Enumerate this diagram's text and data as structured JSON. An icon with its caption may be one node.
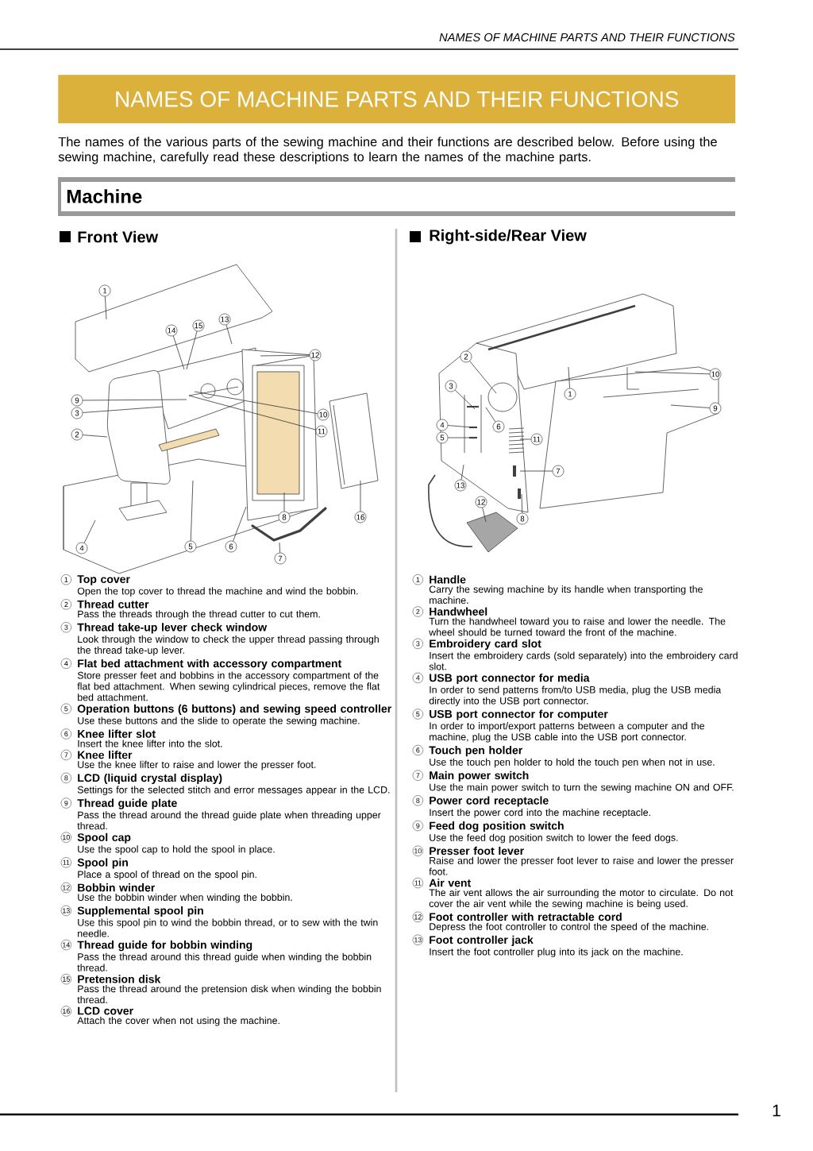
{
  "diagram": {
    "title": "NAMES OF MACHINE PARTS AND THEIR FUNCTIONS",
    "nodes": [
      {
        "text": [
          "1"
        ]
      },
      {
        "text": [
          "2"
        ]
      },
      {
        "text": [
          "3"
        ]
      },
      {
        "text": [
          "4"
        ]
      },
      {
        "text": [
          "5"
        ]
      },
      {
        "text": [
          "6"
        ]
      },
      {
        "text": [
          "7"
        ]
      },
      {
        "text": [
          "8"
        ]
      },
      {
        "text": [
          "9"
        ]
      },
      {
        "text": [
          "10"
        ]
      },
      {
        "text": [
          "11"
        ]
      },
      {
        "text": [
          "12"
        ]
      },
      {
        "text": [
          "13"
        ]
      },
      {
        "text": [
          "14"
        ]
      },
      {
        "text": [
          "15"
        ]
      },
      {
        "text": [
          "16"
        ]
      },
      {
        "text": [
          "1"
        ]
      },
      {
        "text": [
          "2"
        ]
      },
      {
        "text": [
          "3"
        ]
      },
      {
        "text": [
          "4"
        ]
      },
      {
        "text": [
          "5"
        ]
      },
      {
        "text": [
          "6"
        ]
      },
      {
        "text": [
          "7"
        ]
      },
      {
        "text": [
          "8"
        ]
      },
      {
        "text": [
          "9"
        ]
      },
      {
        "text": [
          "10"
        ]
      },
      {
        "text": [
          "11"
        ]
      },
      {
        "text": [
          "12"
        ]
      },
      {
        "text": [
          "13"
        ]
      }
    ],
    "edges": [
      {
        "from": 0,
        "to": null,
        "arrow": "none"
      },
      {
        "from": 1,
        "to": null,
        "arrow": "none"
      },
      {
        "from": 2,
        "to": null,
        "arrow": "none"
      },
      {
        "from": 3,
        "to": null,
        "arrow": "none"
      },
      {
        "from": 4,
        "to": null,
        "arrow": "none"
      },
      {
        "from": 5,
        "to": null,
        "arrow": "none"
      },
      {
        "from": 6,
        "to": null,
        "arrow": "none"
      },
      {
        "from": 7,
        "to": null,
        "arrow": "none"
      },
      {
        "from": 8,
        "to": null,
        "arrow": "none"
      },
      {
        "from": 9,
        "to": null,
        "arrow": "none"
      },
      {
        "from": 10,
        "to": null,
        "arrow": "none"
      },
      {
        "from": 11,
        "to": null,
        "arrow": "none"
      },
      {
        "from": 11,
        "to": null,
        "arrow": "none"
      },
      {
        "from": 12,
        "to": null,
        "arrow": "none"
      },
      {
        "from": 13,
        "to": null,
        "arrow": "none"
      },
      {
        "from": 14,
        "to": null,
        "arrow": "none"
      },
      {
        "from": 15,
        "to": null,
        "arrow": "none"
      },
      {
        "from": 16,
        "to": null,
        "arrow": "none"
      },
      {
        "from": 17,
        "to": null,
        "arrow": "none"
      },
      {
        "from": 18,
        "to": null,
        "arrow": "none"
      },
      {
        "from": 19,
        "to": null,
        "arrow": "none"
      },
      {
        "from": 20,
        "to": null,
        "arrow": "none"
      },
      {
        "from": 21,
        "to": null,
        "arrow": "none"
      },
      {
        "from": 22,
        "to": null,
        "arrow": "none"
      },
      {
        "from": 23,
        "to": null,
        "arrow": "none"
      },
      {
        "from": 24,
        "to": null,
        "arrow": "none"
      },
      {
        "from": 25,
        "to": null,
        "arrow": "none"
      },
      {
        "from": 26,
        "to": null,
        "arrow": "none"
      },
      {
        "from": 27,
        "to": null,
        "arrow": "none"
      },
      {
        "from": 28,
        "to": null,
        "arrow": "none"
      }
    ],
    "labels": [
      "NAMES OF MACHINE PARTS AND THEIR FUNCTIONS",
      "The names of the various parts of the sewing machine and their functions are described below. Before using the sewing machine, carefully read these descriptions to learn the names of the machine parts.",
      "Machine",
      "Front View",
      "Right-side/Rear View",
      "1",
      "Top cover",
      "Open the top cover to thread the machine and wind the bobbin.",
      "2",
      "Thread cutter",
      "Pass the threads through the thread cutter to cut them.",
      "3",
      "Thread take-up lever check window",
      "Look through the window to check the upper thread passing through the thread take-up lever.",
      "4",
      "Flat bed attachment with accessory compartment",
      "Store presser feet and bobbins in the accessory compartment of the flat bed attachment. When sewing cylindrical pieces, remove the flat bed attachment.",
      "5",
      "Operation buttons (6 buttons) and sewing speed controller",
      "Use these buttons and the slide to operate the sewing machine.",
      "6",
      "Knee lifter slot",
      "Insert the knee lifter into the slot.",
      "7",
      "Knee lifter",
      "Use the knee lifter to raise and lower the presser foot.",
      "8",
      "LCD (liquid crystal display)",
      "Settings for the selected stitch and error messages appear in the LCD.",
      "9",
      "Thread guide plate",
      "Pass the thread around the thread guide plate when threading upper thread.",
      "10",
      "Spool cap",
      "Use the spool cap to hold the spool in place.",
      "11",
      "Spool pin",
      "Place a spool of thread on the spool pin.",
      "12",
      "Bobbin winder",
      "Use the bobbin winder when winding the bobbin.",
      "13",
      "Supplemental spool pin",
      "Use this spool pin to wind the bobbin thread, or to sew with the twin needle.",
      "14",
      "Thread guide for bobbin winding",
      "Pass the thread around this thread guide when winding the bobbin thread.",
      "15",
      "Pretension disk",
      "Pass the thread around the pretension disk when winding the bobbin thread.",
      "16",
      "LCD cover",
      "Attach the cover when not using the machine.",
      "1",
      "Handle",
      "Carry the sewing machine by its handle when transporting the machine.",
      "2",
      "Handwheel",
      "Turn the handwheel toward you to raise and lower the needle. The wheel should be turned toward the front of the machine.",
      "3",
      "Embroidery card slot",
      "Insert the embroidery cards (sold separately) into the embroidery card slot.",
      "4",
      "USB port connector for media",
      "In order to send patterns from/to USB media, plug the USB media directly into the USB port connector.",
      "5",
      "USB port connector for computer",
      "In order to import/export patterns between a computer and the machine, plug the USB cable into the USB port connector.",
      "6",
      "Touch pen holder",
      "Use the touch pen holder to hold the touch pen when not in use.",
      "7",
      "Main power switch",
      "Use the main power switch to turn the sewing machine ON and OFF.",
      "8",
      "Power cord receptacle",
      "Insert the power cord into the machine receptacle.",
      "9",
      "Feed dog position switch",
      "Use the feed dog position switch to lower the feed dogs.",
      "10",
      "Presser foot lever",
      "Raise and lower the presser foot lever to raise and lower the presser foot.",
      "11",
      "Air vent",
      "The air vent allows the air surrounding the motor to circulate. Do not cover the air vent while the sewing machine is being used.",
      "12",
      "Foot controller with retractable cord",
      "Depress the foot controller to control the speed of the machine.",
      "13",
      "Foot controller jack",
      "Insert the foot controller plug into its jack on the machine.",
      "1"
    ]
  }
}
